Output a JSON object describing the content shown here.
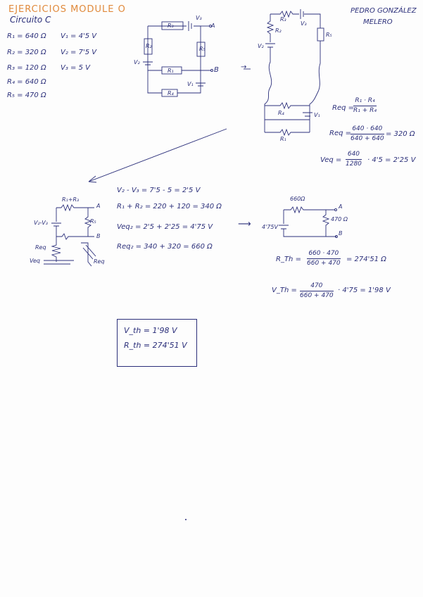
{
  "header": {
    "title": "EJERCICIOS MODULE O",
    "subtitle": "Circuito C",
    "author_line1": "PEDRO GONZÁLEZ",
    "author_line2": "MELERO"
  },
  "givens": {
    "r1": "R₁ = 640 Ω",
    "r2": "R₂ = 320 Ω",
    "r3": "R₃ = 120 Ω",
    "r4": "R₄ = 640 Ω",
    "r5": "R₅ = 470 Ω",
    "v1": "V₁ = 4'5 V",
    "v2": "V₂ = 7'5 V",
    "v3": "V₃ = 5 V"
  },
  "circuit1": {
    "r3": "R₃",
    "r2": "R₂",
    "r5": "R₅",
    "r4": "R₄",
    "r1": "R₁",
    "v2": "V₂",
    "v1": "V₁",
    "v3": "V₃",
    "a": "A",
    "b": "B"
  },
  "circuit2": {
    "r3": "R₃",
    "r2": "R₂",
    "r5": "R₅",
    "v3": "V₃",
    "v2": "V₂",
    "r4": "R₄",
    "v1": "V₁",
    "r1": "R₁",
    "arrow": "→"
  },
  "req1": {
    "label": "Req =",
    "num": "R₁ · R₄",
    "den": "R₁ + R₄",
    "label2": "Req =",
    "num2": "640 · 640",
    "den2": "640 + 640",
    "result2": "= 320 Ω"
  },
  "veq1": {
    "label": "Veq =",
    "num": "640",
    "den": "1280",
    "result": "· 4'5 = 2'25 V"
  },
  "circuit3": {
    "r1r3": "R₁+R₃",
    "a": "A",
    "b": "B",
    "r5": "R₅",
    "v2v3": "V₂-V₃",
    "req": "Req",
    "veq": "Veq",
    "req2": "Req"
  },
  "steps": {
    "line1": "V₂ - V₃ = 7'5 - 5 = 2'5 V",
    "line2": "R₁ + R₂ = 220 + 120 = 340 Ω",
    "line3": "Veq₂ = 2'5 + 2'25 = 4'75 V",
    "line4": "Req₂ = 340 + 320 = 660 Ω",
    "arrow": "⟶"
  },
  "circuit4": {
    "r660": "660Ω",
    "r470": "470 Ω",
    "v": "4'75V",
    "a": "A",
    "b": "B"
  },
  "rth": {
    "label": "R_Th =",
    "num": "660 · 470",
    "den": "660 + 470",
    "result": "= 274'51 Ω"
  },
  "vth": {
    "label": "V_Th =",
    "num": "470",
    "den": "660 + 470",
    "result": "· 4'75 = 1'98 V"
  },
  "result": {
    "vth": "V_th = 1'98 V",
    "rth": "R_th = 274'51 V"
  }
}
